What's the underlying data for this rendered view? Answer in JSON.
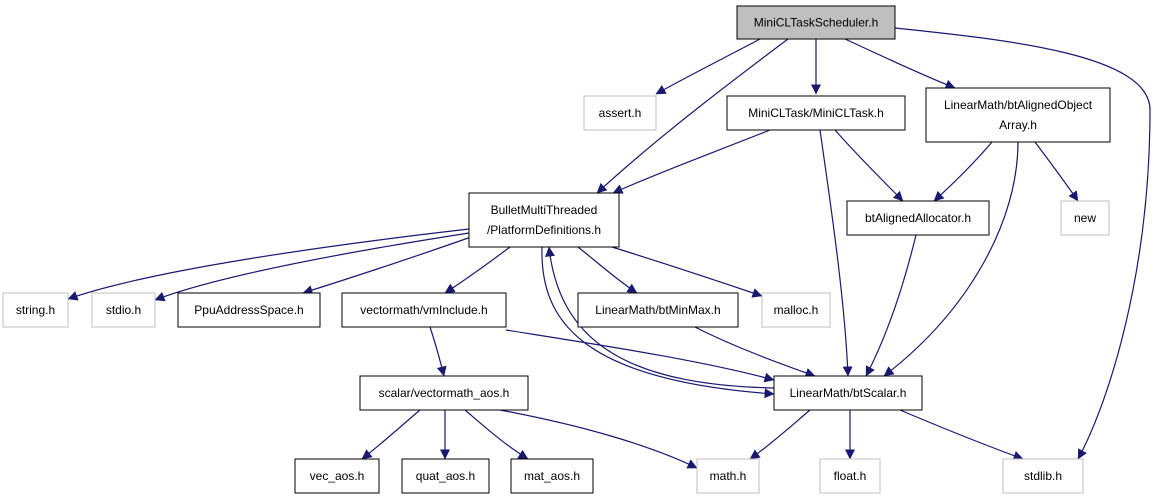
{
  "diagram": {
    "edge_color": "#191970",
    "nodes": [
      {
        "id": "root",
        "lines": [
          "MiniCLTaskScheduler.h"
        ],
        "style": "root"
      },
      {
        "id": "assert",
        "lines": [
          "assert.h"
        ],
        "style": "external"
      },
      {
        "id": "minicltask",
        "lines": [
          "MiniCLTask/MiniCLTask.h"
        ],
        "style": "internal"
      },
      {
        "id": "alignedarray",
        "lines": [
          "LinearMath/btAlignedObject",
          "Array.h"
        ],
        "style": "internal"
      },
      {
        "id": "platformdefs",
        "lines": [
          "BulletMultiThreaded",
          "/PlatformDefinitions.h"
        ],
        "style": "internal"
      },
      {
        "id": "alignedalloc",
        "lines": [
          "btAlignedAllocator.h"
        ],
        "style": "internal"
      },
      {
        "id": "new",
        "lines": [
          "new"
        ],
        "style": "external"
      },
      {
        "id": "string",
        "lines": [
          "string.h"
        ],
        "style": "external"
      },
      {
        "id": "stdio",
        "lines": [
          "stdio.h"
        ],
        "style": "external"
      },
      {
        "id": "ppu",
        "lines": [
          "PpuAddressSpace.h"
        ],
        "style": "internal"
      },
      {
        "id": "vminclude",
        "lines": [
          "vectormath/vmInclude.h"
        ],
        "style": "internal"
      },
      {
        "id": "minmax",
        "lines": [
          "LinearMath/btMinMax.h"
        ],
        "style": "internal"
      },
      {
        "id": "malloc",
        "lines": [
          "malloc.h"
        ],
        "style": "external"
      },
      {
        "id": "scalar",
        "lines": [
          "LinearMath/btScalar.h"
        ],
        "style": "internal"
      },
      {
        "id": "vecaos",
        "lines": [
          "scalar/vectormath_aos.h"
        ],
        "style": "internal"
      },
      {
        "id": "vec",
        "lines": [
          "vec_aos.h"
        ],
        "style": "internal"
      },
      {
        "id": "quat",
        "lines": [
          "quat_aos.h"
        ],
        "style": "internal"
      },
      {
        "id": "mat",
        "lines": [
          "mat_aos.h"
        ],
        "style": "internal"
      },
      {
        "id": "math",
        "lines": [
          "math.h"
        ],
        "style": "external"
      },
      {
        "id": "float",
        "lines": [
          "float.h"
        ],
        "style": "external"
      },
      {
        "id": "stdlib",
        "lines": [
          "stdlib.h"
        ],
        "style": "external"
      }
    ],
    "edges": [
      {
        "from": "root",
        "to": "assert"
      },
      {
        "from": "root",
        "to": "minicltask"
      },
      {
        "from": "root",
        "to": "alignedarray"
      },
      {
        "from": "root",
        "to": "platformdefs"
      },
      {
        "from": "root",
        "to": "stdlib"
      },
      {
        "from": "minicltask",
        "to": "platformdefs"
      },
      {
        "from": "minicltask",
        "to": "alignedalloc"
      },
      {
        "from": "minicltask",
        "to": "scalar"
      },
      {
        "from": "alignedarray",
        "to": "alignedalloc"
      },
      {
        "from": "alignedarray",
        "to": "new"
      },
      {
        "from": "alignedarray",
        "to": "scalar"
      },
      {
        "from": "platformdefs",
        "to": "string"
      },
      {
        "from": "platformdefs",
        "to": "stdio"
      },
      {
        "from": "platformdefs",
        "to": "ppu"
      },
      {
        "from": "platformdefs",
        "to": "vminclude"
      },
      {
        "from": "platformdefs",
        "to": "minmax"
      },
      {
        "from": "platformdefs",
        "to": "malloc"
      },
      {
        "from": "platformdefs",
        "to": "scalar"
      },
      {
        "from": "vminclude",
        "to": "vecaos"
      },
      {
        "from": "vminclude",
        "to": "scalar"
      },
      {
        "from": "alignedalloc",
        "to": "scalar"
      },
      {
        "from": "minmax",
        "to": "scalar"
      },
      {
        "from": "scalar",
        "to": "platformdefs"
      },
      {
        "from": "scalar",
        "to": "math"
      },
      {
        "from": "scalar",
        "to": "float"
      },
      {
        "from": "scalar",
        "to": "stdlib"
      },
      {
        "from": "vecaos",
        "to": "vec"
      },
      {
        "from": "vecaos",
        "to": "quat"
      },
      {
        "from": "vecaos",
        "to": "mat"
      },
      {
        "from": "vecaos",
        "to": "math"
      }
    ]
  }
}
